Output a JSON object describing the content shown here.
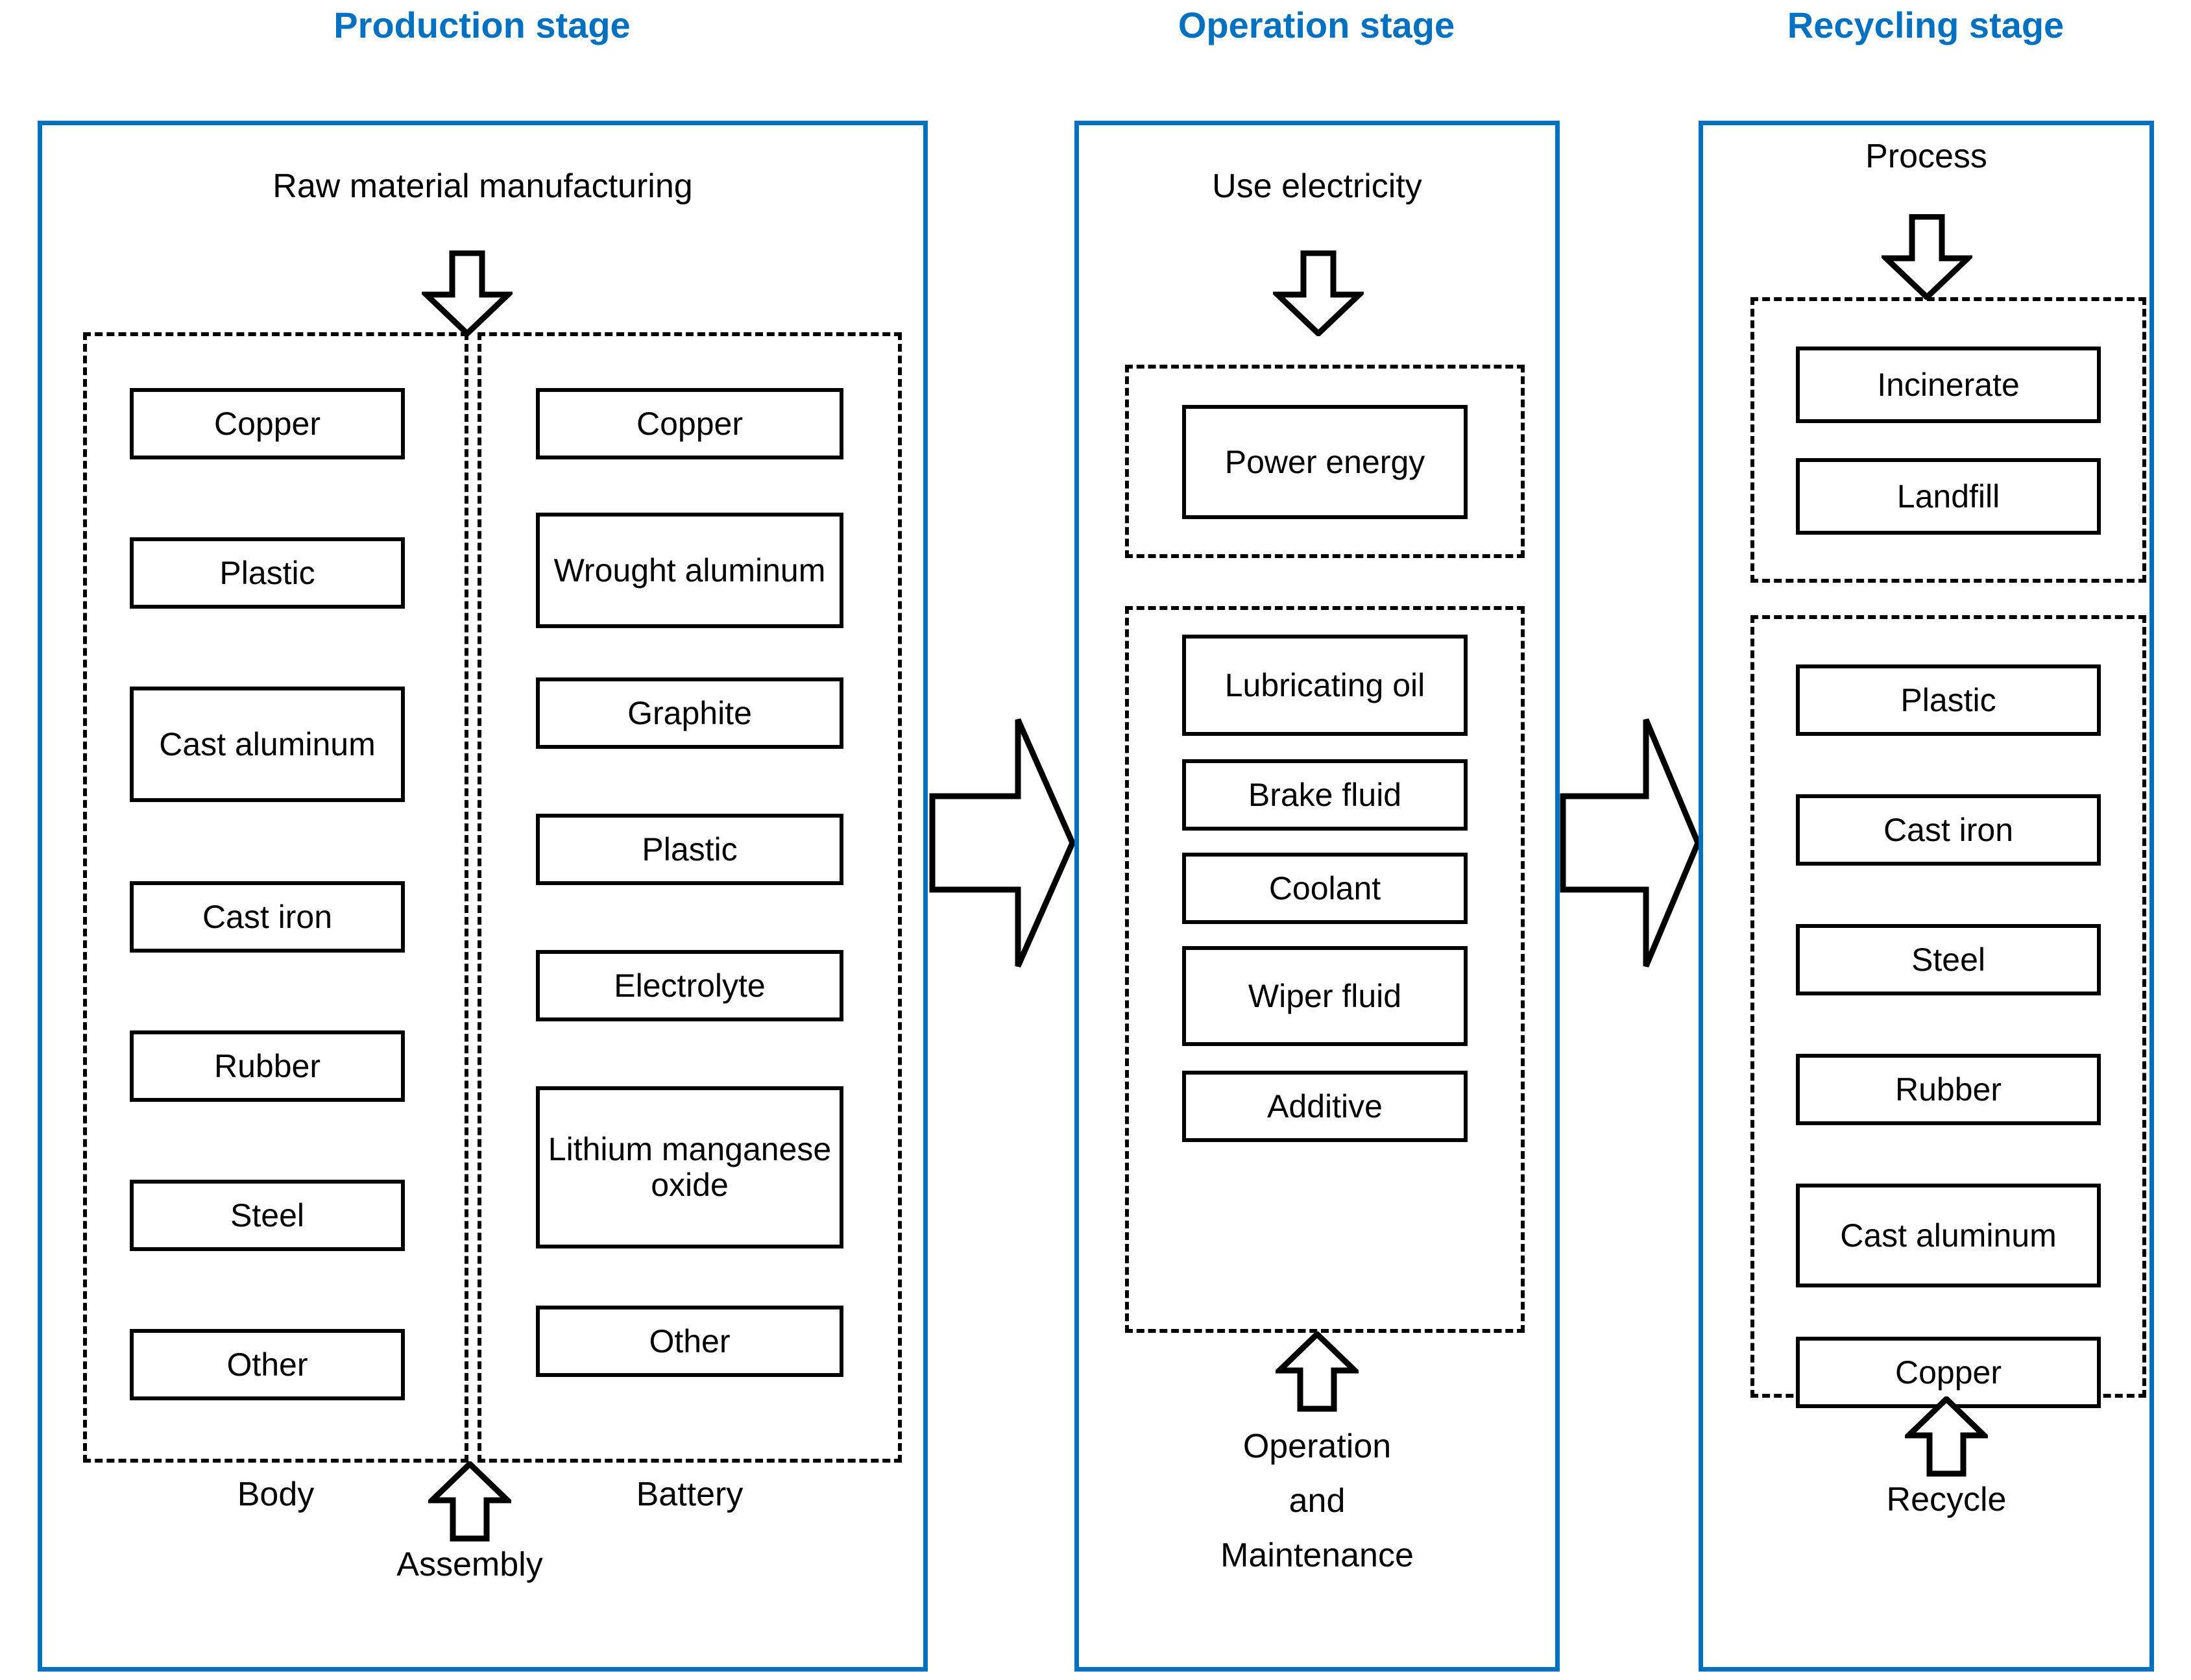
{
  "theme": {
    "accent": "#0070c0",
    "line": "#000000",
    "background": "#ffffff"
  },
  "stages": [
    {
      "id": "production",
      "title": "Production stage",
      "top_caption": "Raw material manufacturing",
      "bottom_arrow_caption": "Assembly",
      "groups": [
        {
          "label": "Body",
          "items": [
            "Copper",
            "Plastic",
            "Cast aluminum",
            "Cast iron",
            "Rubber",
            "Steel",
            "Other"
          ]
        },
        {
          "label": "Battery",
          "items": [
            "Copper",
            "Wrought aluminum",
            "Graphite",
            "Plastic",
            "Electrolyte",
            "Lithium manganese oxide",
            "Other"
          ]
        }
      ]
    },
    {
      "id": "operation",
      "title": "Operation stage",
      "top_caption": "Use electricity",
      "bottom_arrow_caption": "Operation and Maintenance",
      "groups": [
        {
          "label": "",
          "items": [
            "Power energy"
          ]
        },
        {
          "label": "",
          "items": [
            "Lubricating oil",
            "Brake fluid",
            "Coolant",
            "Wiper fluid",
            "Additive"
          ]
        }
      ]
    },
    {
      "id": "recycling",
      "title": "Recycling stage",
      "top_caption": "Process",
      "bottom_arrow_caption": "Recycle",
      "groups": [
        {
          "label": "",
          "items": [
            "Incinerate",
            "Landfill"
          ]
        },
        {
          "label": "",
          "items": [
            "Plastic",
            "Cast iron",
            "Steel",
            "Rubber",
            "Cast aluminum",
            "Copper"
          ]
        }
      ]
    }
  ],
  "flow_arrows": [
    {
      "name": "production-to-operation",
      "direction": "right"
    },
    {
      "name": "operation-to-recycling",
      "direction": "right"
    }
  ],
  "operation_bottom_lines": [
    "Operation",
    "and",
    "Maintenance"
  ]
}
